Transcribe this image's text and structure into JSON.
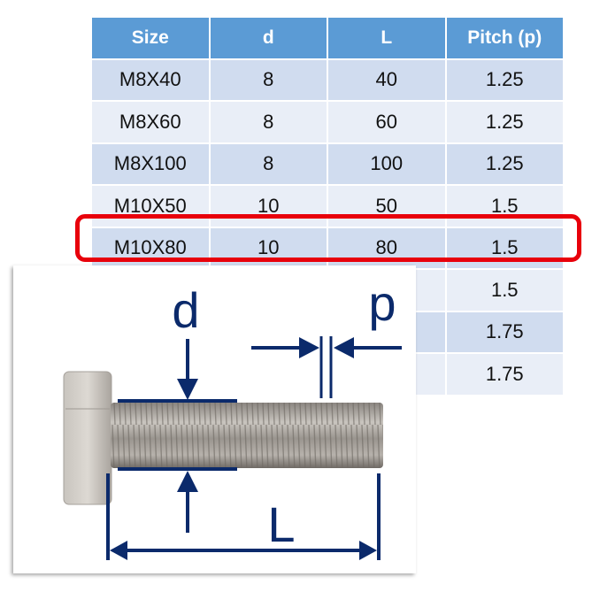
{
  "table": {
    "headers": [
      "Size",
      "d",
      "L",
      "Pitch (p)"
    ],
    "rows": [
      [
        "M8X40",
        "8",
        "40",
        "1.25"
      ],
      [
        "M8X60",
        "8",
        "60",
        "1.25"
      ],
      [
        "M8X100",
        "8",
        "100",
        "1.25"
      ],
      [
        "M10X50",
        "10",
        "50",
        "1.5"
      ],
      [
        "M10X80",
        "10",
        "80",
        "1.5"
      ],
      [
        "",
        "",
        "",
        "1.5"
      ],
      [
        "",
        "",
        "",
        "1.75"
      ],
      [
        "",
        "",
        "",
        "1.75"
      ]
    ],
    "highlighted_row": "M10X80"
  },
  "diagram": {
    "labels": {
      "d": "d",
      "p": "p",
      "L": "L"
    }
  },
  "colors": {
    "header": "#5b9bd5",
    "row_dark": "#d0dcef",
    "row_light": "#e9eef7",
    "highlight": "#e8000b",
    "dimension": "#0b2a6b"
  }
}
